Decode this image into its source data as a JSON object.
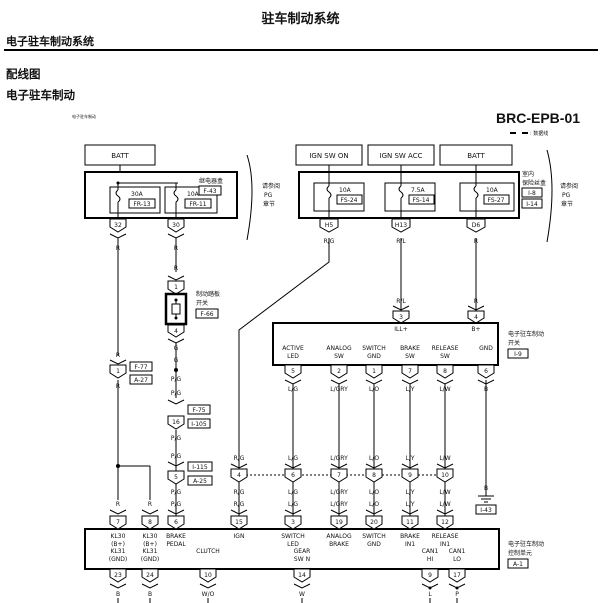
{
  "header": {
    "title": "驻车制动系统",
    "subtitle": "电子驻车制动系统",
    "section1": "配线图",
    "section2": "电子驻车制动",
    "tiny_label": "电子驻车制动",
    "code": "BRC-EPB-01",
    "legend": ": 数据线"
  },
  "power_boxes": {
    "batt_left": "BATT",
    "ign_on": "IGN SW ON",
    "ign_acc": "IGN SW ACC",
    "batt_right": "BATT"
  },
  "left_fusebox": {
    "fuse1_amp": "30A",
    "fuse1_id": "FR-13",
    "fuse2_amp": "10A",
    "fuse2_id": "FR-11",
    "label": "继电器盒",
    "conn": "F-43",
    "ref1": "请参阅",
    "ref2": "PG",
    "ref3": "章节",
    "pin1": "32",
    "pin2": "30"
  },
  "right_fusebox": {
    "f1_amp": "10A",
    "f1_id": "FS-24",
    "f2_amp": "7.5A",
    "f2_id": "FS-14",
    "f3_amp": "10A",
    "f3_id": "FS-27",
    "label1": "室内",
    "label2": "保险丝盒",
    "conn1": "I-8",
    "conn2": "I-14",
    "ref1": "请参阅",
    "ref2": "PG",
    "ref3": "章节",
    "pin1": "H5",
    "pin2": "H13",
    "pin3": "D6"
  },
  "wires": {
    "R": "R",
    "RG": "R/G",
    "RL": "R/L",
    "G": "G",
    "PG": "P/G",
    "LG": "L/G",
    "LGRY": "L/GRY",
    "LO": "L/O",
    "LY": "L/Y",
    "LW": "L/W",
    "B": "B",
    "WO": "W/O",
    "W": "W",
    "L": "L",
    "P": "P"
  },
  "brake_switch": {
    "label1": "制动踏板",
    "label2": "开关",
    "conn": "F-66",
    "pin1": "1",
    "pin2": "4"
  },
  "connectors": {
    "c1_pin": "1",
    "c1_a": "F-77",
    "c1_b": "A-27",
    "c2_a": "F-75",
    "c2_pin": "16",
    "c2_b": "I-105",
    "c3_pin": "5",
    "c3_a": "I-115",
    "c3_b": "A-25",
    "row_pins": [
      "4",
      "6",
      "7",
      "8",
      "9",
      "10"
    ],
    "gnd": "I-43"
  },
  "epb_switch": {
    "label1": "电子驻车制动",
    "label2": "开关",
    "conn": "I-9",
    "in_pin1": "3",
    "in_lbl1": "ILL+",
    "in_pin2": "4",
    "in_lbl2": "B+",
    "pins": [
      {
        "l1": "ACTIVE",
        "l2": "LED",
        "pin": "5"
      },
      {
        "l1": "ANALOG",
        "l2": "SW",
        "pin": "2"
      },
      {
        "l1": "SWITCH",
        "l2": "GND",
        "pin": "1"
      },
      {
        "l1": "BRAKE",
        "l2": "SW",
        "pin": "7"
      },
      {
        "l1": "RELEASE",
        "l2": "SW",
        "pin": "8"
      },
      {
        "l1": "GND",
        "l2": "",
        "pin": "6"
      }
    ]
  },
  "control_unit": {
    "label1": "电子驻车制动",
    "label2": "控制单元",
    "conn": "A-1",
    "top": [
      {
        "l1": "KL30",
        "l2": "(B+)",
        "pin": "7"
      },
      {
        "l1": "KL30",
        "l2": "(B+)",
        "pin": "8"
      },
      {
        "l1": "BRAKE",
        "l2": "PEDAL",
        "pin": "6"
      },
      {
        "l1": "IGN",
        "l2": "",
        "pin": "15"
      },
      {
        "l1": "SWITCH",
        "l2": "LED",
        "pin": "3"
      },
      {
        "l1": "ANALOG",
        "l2": "BRAKE",
        "pin": "19"
      },
      {
        "l1": "SWITCH",
        "l2": "GND",
        "pin": "20"
      },
      {
        "l1": "BRAKE",
        "l2": "IN1",
        "pin": "11"
      },
      {
        "l1": "RELEASE",
        "l2": "IN1",
        "pin": "12"
      }
    ],
    "bottom": [
      {
        "l1": "KL31",
        "l2": "(GND)",
        "pin": "23"
      },
      {
        "l1": "KL31",
        "l2": "(GND)",
        "pin": "24"
      },
      {
        "l1": "CLUTCH",
        "l2": "",
        "pin": "10"
      },
      {
        "l1": "GEAR",
        "l2": "SW N",
        "pin": "14"
      },
      {
        "l1": "CAN1",
        "l2": "HI",
        "pin": "9"
      },
      {
        "l1": "CAN1",
        "l2": "LO",
        "pin": "17"
      }
    ]
  }
}
